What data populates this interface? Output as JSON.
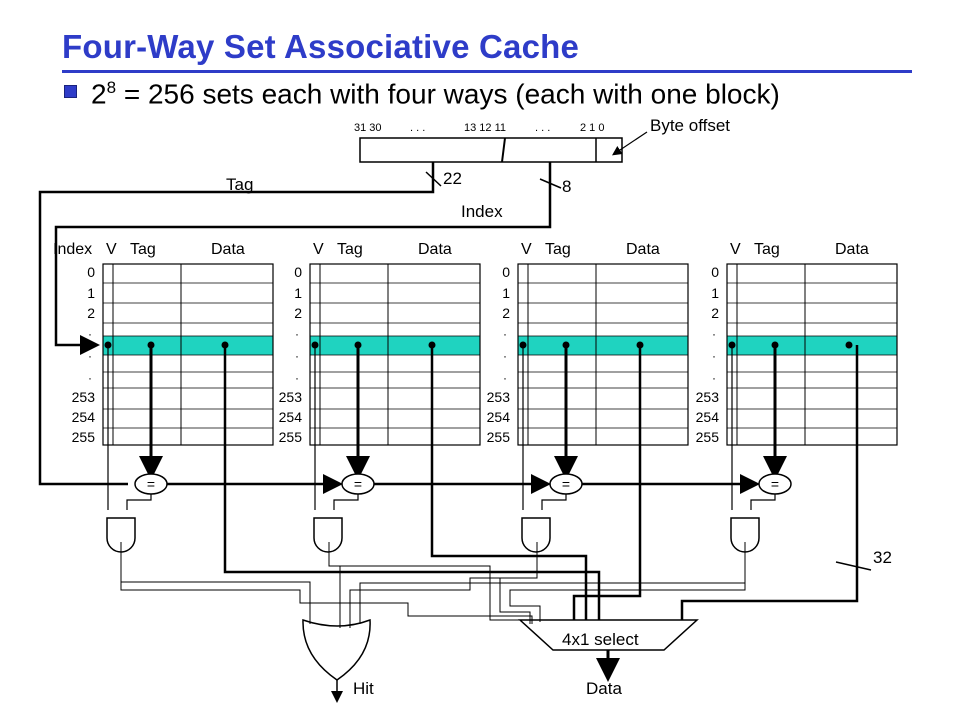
{
  "slide": {
    "title": "Four-Way Set Associative Cache",
    "bullet_base": "2",
    "bullet_exp": "8",
    "bullet_rest": " = 256 sets each with four ways (each with one block)"
  },
  "address": {
    "bit_labels": [
      "31 30",
      ". . .",
      "13 12  11",
      ". . .",
      "2  1  0"
    ],
    "byte_offset_label": "Byte offset",
    "tag_label": "Tag",
    "tag_bits": "22",
    "index_label": "Index",
    "index_bits": "8"
  },
  "ways": {
    "headers": {
      "index": "Index",
      "v": "V",
      "tag": "Tag",
      "data": "Data"
    },
    "row_labels_top": [
      "0",
      "1",
      "2"
    ],
    "row_labels_bottom": [
      "253",
      "254",
      "255"
    ],
    "dots": [
      "·",
      "·",
      "·"
    ],
    "comparator_symbol": "="
  },
  "output": {
    "mux_label": "4x1 select",
    "hit_label": "Hit",
    "data_label": "Data",
    "data_bits": "32"
  },
  "colors": {
    "title": "#2e3cc8",
    "highlight_row": "#1fd3c0",
    "line": "#000000"
  },
  "icons": [
    "bullet-square-icon",
    "and-gate-icon",
    "or-gate-icon",
    "mux-icon",
    "comparator-icon"
  ]
}
